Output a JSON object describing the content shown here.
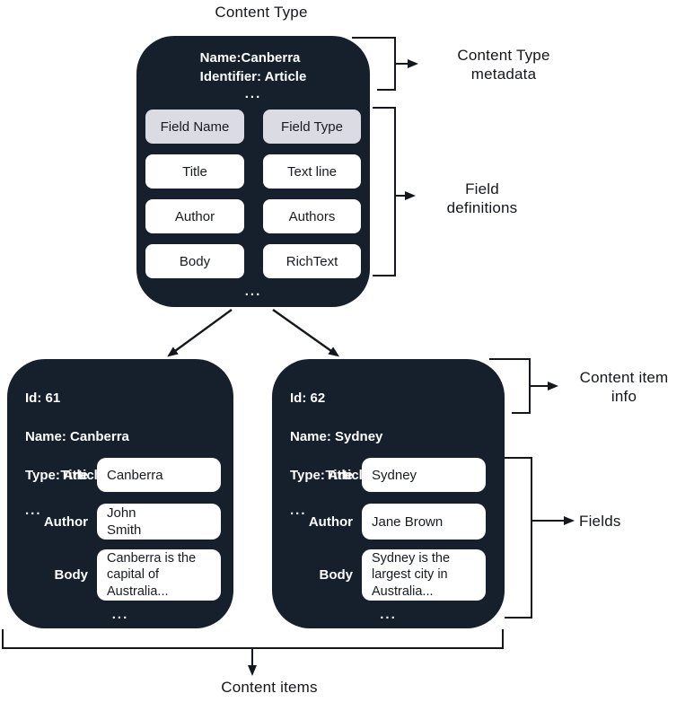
{
  "title": "Content Type",
  "type_box": {
    "name": "Name:Canberra",
    "identifier": "Identifier: Article",
    "more": "...",
    "footer_more": "...",
    "table": {
      "header": {
        "name": "Field Name",
        "type": "Field Type"
      },
      "rows": [
        {
          "name": "Title",
          "type": "Text line"
        },
        {
          "name": "Author",
          "type": "Authors"
        },
        {
          "name": "Body",
          "type": "RichText"
        }
      ]
    }
  },
  "items": [
    {
      "id": "Id: 61",
      "name": "Name: Canberra",
      "type": "Type: Article",
      "more": "...",
      "footer_more": "...",
      "fields": [
        {
          "label": "Title",
          "value": "Canberra"
        },
        {
          "label": "Author",
          "value": "John\nSmith"
        },
        {
          "label": "Body",
          "value": "Canberra is the\ncapital of\nAustralia..."
        }
      ]
    },
    {
      "id": "Id: 62",
      "name": "Name: Sydney",
      "type": "Type: Article",
      "more": "...",
      "footer_more": "...",
      "fields": [
        {
          "label": "Title",
          "value": "Sydney"
        },
        {
          "label": "Author",
          "value": "Jane Brown"
        },
        {
          "label": "Body",
          "value": "Sydney is the\nlargest city in\nAustralia..."
        }
      ]
    }
  ],
  "annotations": {
    "content_type_metadata": "Content Type\nmetadata",
    "field_definitions": "Field\ndefinitions",
    "content_item_info": "Content item\ninfo",
    "fields": "Fields",
    "content_items": "Content items"
  },
  "colors": {
    "box_bg": "#161f2c",
    "header_cell_bg": "#dbdce3",
    "line": "#14171d"
  }
}
